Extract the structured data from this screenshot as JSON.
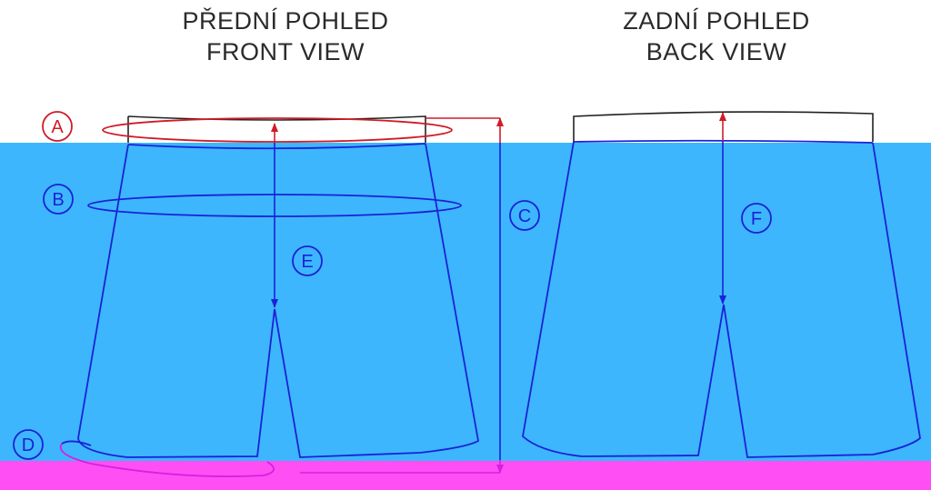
{
  "front_view": {
    "title_cs": "PŘEDNÍ POHLED",
    "title_en": "FRONT VIEW"
  },
  "back_view": {
    "title_cs": "ZADNÍ POHLED",
    "title_en": "BACK VIEW"
  },
  "markers": {
    "A": "A",
    "B": "B",
    "C": "C",
    "D": "D",
    "E": "E",
    "F": "F"
  },
  "colors": {
    "background_top": "#ffffff",
    "background_middle": "#3db6fd",
    "background_bottom": "#ff4ff4",
    "waistband_outline": "#222222",
    "garment_outline": "#1a22d6",
    "measure_red": "#d01c28",
    "measure_blue": "#1a22d6",
    "measure_magenta": "#d81fe0"
  }
}
